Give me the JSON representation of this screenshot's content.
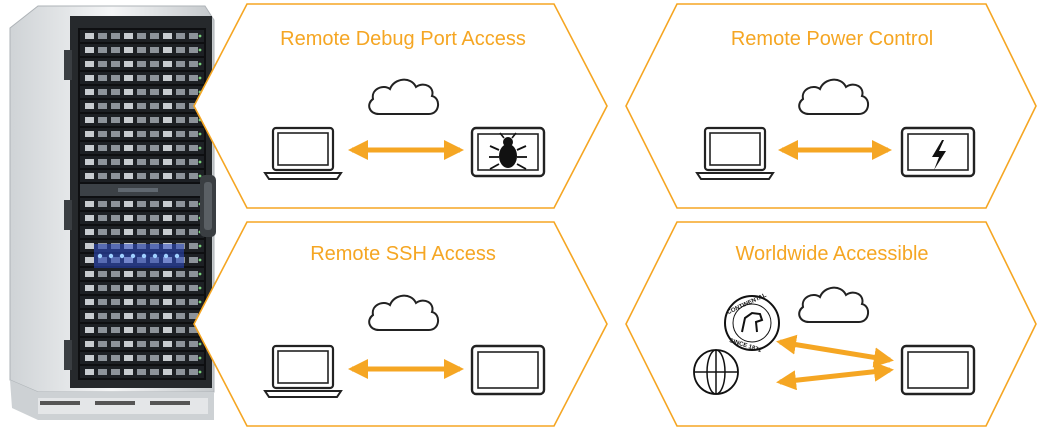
{
  "accent_color": "#f5a623",
  "panels": [
    {
      "title": "Remote Debug Port Access",
      "device_icon": "bug-icon"
    },
    {
      "title": "Remote Power Control",
      "device_icon": "lightning-bolt-icon"
    },
    {
      "title": "Remote SSH Access",
      "device_icon": "none"
    },
    {
      "title": "Worldwide Accessible",
      "device_icon": "none"
    }
  ],
  "stamp": {
    "top_text": "CONTINENTAL",
    "bottom_text": "SINCE 1871"
  },
  "icons": [
    "server-rack",
    "cloud-icon",
    "laptop-icon",
    "monitor-icon",
    "double-arrow-icon",
    "globe-icon",
    "seal-icon"
  ]
}
